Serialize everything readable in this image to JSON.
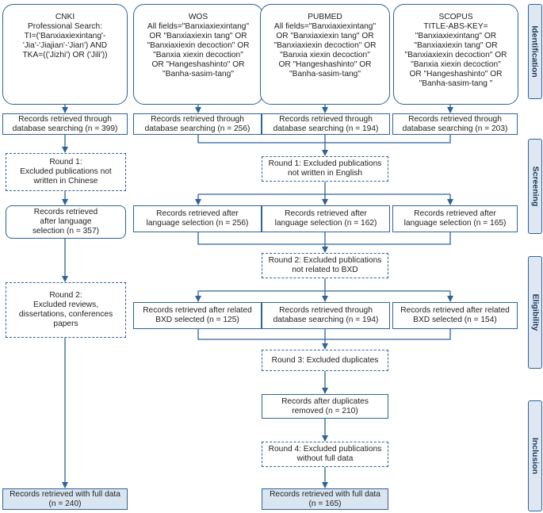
{
  "sources": {
    "cnki": "CNKI\nProfessional Search:\nTI=('Banxiaxiexintang'-\n'Jia'-'Jiajian'-'Jian') AND\nTKA=(('Jizhi') OR ('Jili'))",
    "wos": "WOS\nAll fields=\"Banxiaxiexintang\"\nOR \"Banxiaxiexin tang\" OR\n\"Banxiaxiexin decoction\" OR\n\"Banxia xiexin decoction\"\nOR \"Hangeshashinto\" OR\n\"Banha-sasim-tang\"",
    "pubmed": "PUBMED\nAll fields=\"Banxiaxiexintang\"\nOR \"Banxiaxiexin tang\" OR\n\"Banxiaxiexin decoction\" OR\n\"Banxia xiexin decoction\"\nOR \"Hangeshashinto\" OR\n\"Banha-sasim-tang\"",
    "scopus": "SCOPUS\nTITLE-ABS-KEY=\n\"Banxiaxiexintang\" OR\n\"Banxiaxiexin tang\" OR\n\"Banxiaxiexin decoction\" OR\n\"Banxia xiexin decoction\"\nOR \"Hangeshashinto\" OR\n\"Banha-sasim-tang \""
  },
  "records": {
    "cnki": "Records retrieved through\ndatabase searching (n = 399)",
    "wos": "Records retrieved through\ndatabase searching (n = 256)",
    "pubmed": "Records retrieved through\ndatabase searching (n = 194)",
    "scopus": "Records retrieved through\ndatabase searching (n = 203)"
  },
  "cnki_flow": {
    "round1": "Round 1:\nExcluded publications not\nwritten in Chinese",
    "language": "Records retrieved\nafter language\nselection (n = 357)",
    "round2": "Round 2:\nExcluded reviews,\ndissertations, conferences\npapers",
    "final": "Records retrieved with full data\n(n = 240)"
  },
  "eng_flow": {
    "round1": "Round 1: Excluded publications\nnot written in English",
    "lang_wos": "Records retrieved after\nlanguage selection (n = 256)",
    "lang_pubmed": "Records retrieved after\nlanguage selection (n = 162)",
    "lang_scopus": "Records retrieved after\nlanguage selection (n = 165)",
    "round2": "Round 2: Excluded publications\nnot related to BXD",
    "bxd_wos": "Records retrieved after related\nBXD selected (n = 125)",
    "bxd_pubmed": "Records retrieved through\ndatabase searching (n = 194)",
    "bxd_scopus": "Records retrieved after related\nBXD selected (n = 154)",
    "round3": "Round 3: Excluded duplicates",
    "dedup": "Records after duplicates\nremoved (n = 210)",
    "round4": "Round 4: Excluded publications\nwithout full data",
    "final": "Records retrieved with full data\n(n = 165)"
  },
  "stages": {
    "identification": "Identification",
    "screening": "Screening",
    "eligibility": "Eligibility",
    "inclusion": "Inclusion"
  },
  "colors": {
    "border": "#2f6396",
    "final_fill": "#d9e5f1",
    "stage_fill": "#dfe8f2"
  }
}
